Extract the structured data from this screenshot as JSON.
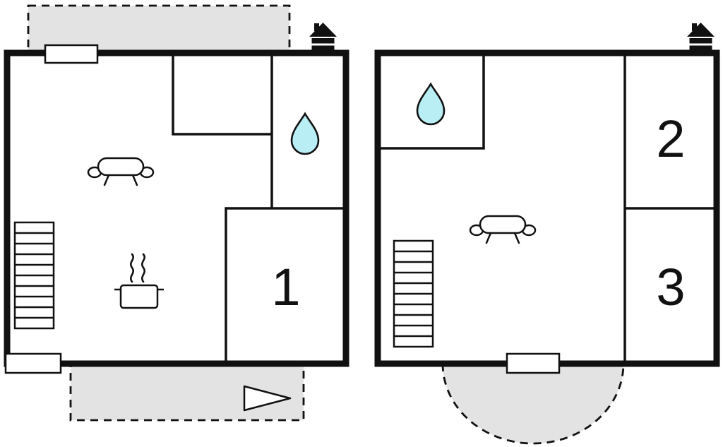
{
  "colors": {
    "wall": "#111111",
    "terrace": "#e3e3e3",
    "water": "#b9eef5",
    "floor": "#ffffff"
  },
  "plans": [
    {
      "rooms": [
        {
          "label": "1"
        }
      ],
      "features": [
        "terrace-top",
        "terrace-bottom",
        "direction-arrow",
        "house-marker",
        "window-opening",
        "entrance-opening",
        "sofa",
        "stove",
        "stairs",
        "water-drop"
      ]
    },
    {
      "rooms": [
        {
          "label": "2"
        },
        {
          "label": "3"
        }
      ],
      "features": [
        "house-marker",
        "water-drop",
        "sofa",
        "stairs",
        "entrance-opening",
        "terrace-semicircle"
      ]
    }
  ]
}
